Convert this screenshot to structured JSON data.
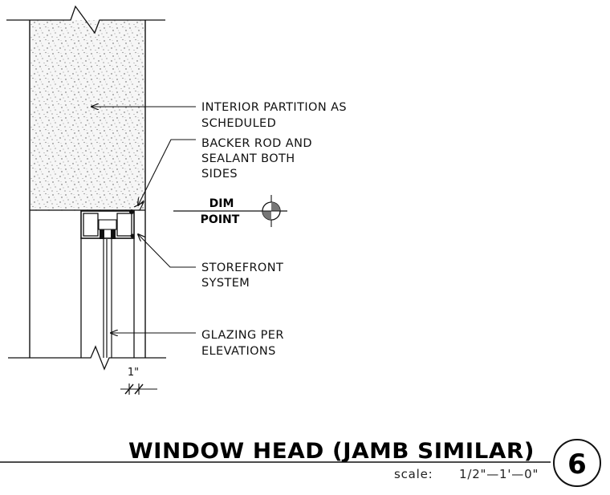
{
  "notes": {
    "partition_line1": "INTERIOR PARTITION AS",
    "partition_line2": "SCHEDULED",
    "backer_line1": "BACKER ROD AND",
    "backer_line2": "SEALANT BOTH",
    "backer_line3": "SIDES",
    "storefront_line1": "STOREFRONT",
    "storefront_line2": "SYSTEM",
    "glazing_line1": "GLAZING PER",
    "glazing_line2": "ELEVATIONS"
  },
  "dim_point": {
    "line1": "DIM",
    "line2": "POINT"
  },
  "dimension": {
    "value": "1\""
  },
  "title_block": {
    "title": "WINDOW HEAD (JAMB SIMILAR)",
    "scale_label": "scale:",
    "scale_value": "1/2\"—1'—0\"",
    "detail_number": "6"
  }
}
